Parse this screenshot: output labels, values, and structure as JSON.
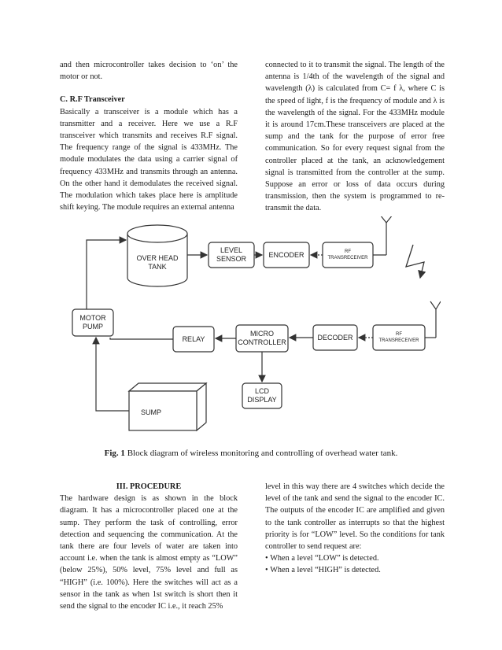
{
  "top_left": {
    "intro": "and then microcontroller takes decision to ‘on’ the motor or not.",
    "heading": "C. R.F Transceiver",
    "body": "Basically a transceiver is a module which has a transmitter and a receiver. Here we use a R.F transceiver which transmits and receives R.F signal. The frequency range of the signal is 433MHz. The module modulates the data using a carrier signal of frequency 433MHz and transmits through an antenna. On the other hand it demodulates the received signal. The modulation which takes place here is amplitude shift keying. The module requires an external antenna"
  },
  "top_right": {
    "body": "connected to it to transmit the signal. The length of the antenna is 1/4th of the wavelength of the signal and wavelength (λ) is calculated from C= f λ, where C is the speed of light, f is the frequency of module and λ is the wavelength of the signal. For the 433MHz module it is around 17cm.These transceivers are placed at the sump and the tank for the purpose of error free communication. So for every request signal from the controller placed at the tank, an acknowledgement signal is transmitted from the controller at the sump. Suppose an error or loss of data occurs during transmission, then the system is programmed to re-transmit the data."
  },
  "figure": {
    "blocks": {
      "tank_line1": "OVER HEAD",
      "tank_line2": "TANK",
      "level_line1": "LEVEL",
      "level_line2": "SENSOR",
      "encoder": "ENCODER",
      "rf_top_line1": "RF",
      "rf_top_line2": "TRANSRECEIVER",
      "motor_line1": "MOTOR",
      "motor_line2": "PUMP",
      "relay": "RELAY",
      "micro_line1": "MICRO",
      "micro_line2": "CONTROLLER",
      "decoder": "DECODER",
      "rf_bottom_line1": "RF",
      "rf_bottom_line2": "TRANSRECEIVER",
      "lcd_line1": "LCD",
      "lcd_line2": "DISPLAY",
      "sump": "SUMP"
    },
    "caption_label": "Fig. 1",
    "caption_text": " Block diagram of wireless monitoring and controlling of overhead water tank."
  },
  "bottom_left": {
    "heading": "III. PROCEDURE",
    "body": "The hardware design is as shown in the block diagram. It has a microcontroller placed one at the sump. They perform the task of controlling, error detection and sequencing the communication. At the tank there are four levels of water are taken into account i.e. when the tank is almost empty as “LOW” (below 25%), 50% level, 75% level and full as “HIGH” (i.e. 100%). Here the switches will act as a sensor in the tank as when 1st switch is short then it send the signal to the encoder IC i.e., it reach 25%"
  },
  "bottom_right": {
    "body": "level in this way there are 4 switches which decide the level of the tank and send the signal to the encoder IC. The outputs of the encoder IC are amplified and given to the tank controller as interrupts so that the highest priority is for “LOW” level. So the conditions for tank controller to send request are:",
    "bullets": [
      "When a level “LOW” is detected.",
      "When a level “HIGH” is detected."
    ]
  }
}
